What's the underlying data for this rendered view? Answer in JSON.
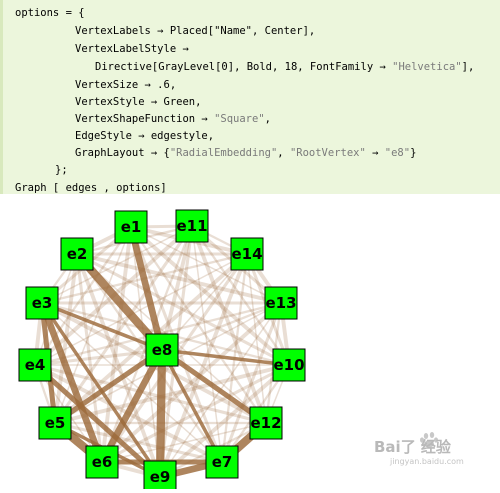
{
  "code": {
    "lines": [
      [
        {
          "t": "options = {"
        }
      ],
      [
        {
          "t": "VertexLabels → Placed[\"Name\", Center],"
        }
      ],
      [
        {
          "t": "VertexLabelStyle →"
        }
      ],
      [
        {
          "t": "Directive[GrayLevel[0], Bold, 18, FontFamily → "
        },
        {
          "t": "\"Helvetica\"",
          "s": 1
        },
        {
          "t": "],"
        }
      ],
      [
        {
          "t": "VertexSize → .6,"
        }
      ],
      [
        {
          "t": "VertexStyle → Green,"
        }
      ],
      [
        {
          "t": "VertexShapeFunction → "
        },
        {
          "t": "\"Square\"",
          "s": 1
        },
        {
          "t": ","
        }
      ],
      [
        {
          "t": "EdgeStyle → edgestyle,"
        }
      ],
      [
        {
          "t": "GraphLayout → {"
        },
        {
          "t": "\"RadialEmbedding\"",
          "s": 1
        },
        {
          "t": ", "
        },
        {
          "t": "\"RootVertex\"",
          "s": 1
        },
        {
          "t": " → "
        },
        {
          "t": "\"e8\"",
          "s": 1
        },
        {
          "t": "}"
        }
      ],
      [
        {
          "t": "};"
        }
      ],
      [
        {
          "t": "Graph [ edges , options]"
        }
      ]
    ]
  },
  "graph": {
    "vertex_color": "#00ff00",
    "edge_color": "#9c6a3a",
    "vertices": [
      "e1",
      "e2",
      "e3",
      "e4",
      "e5",
      "e6",
      "e7",
      "e8",
      "e9",
      "e10",
      "e11",
      "e12",
      "e13",
      "e14"
    ],
    "heavy_edges": [
      [
        "e8",
        "e3"
      ],
      [
        "e8",
        "e5"
      ],
      [
        "e8",
        "e6"
      ],
      [
        "e8",
        "e9"
      ],
      [
        "e8",
        "e7"
      ],
      [
        "e3",
        "e5"
      ],
      [
        "e3",
        "e6"
      ],
      [
        "e5",
        "e6"
      ],
      [
        "e5",
        "e9"
      ],
      [
        "e6",
        "e7"
      ],
      [
        "e9",
        "e7"
      ],
      [
        "e7",
        "e12"
      ],
      [
        "e8",
        "e10"
      ],
      [
        "e8",
        "e12"
      ],
      [
        "e8",
        "e1"
      ],
      [
        "e8",
        "e2"
      ],
      [
        "e3",
        "e9"
      ],
      [
        "e4",
        "e9"
      ]
    ]
  },
  "watermark": {
    "brand": "Bai了 经验",
    "url": "jingyan.baidu.com"
  }
}
